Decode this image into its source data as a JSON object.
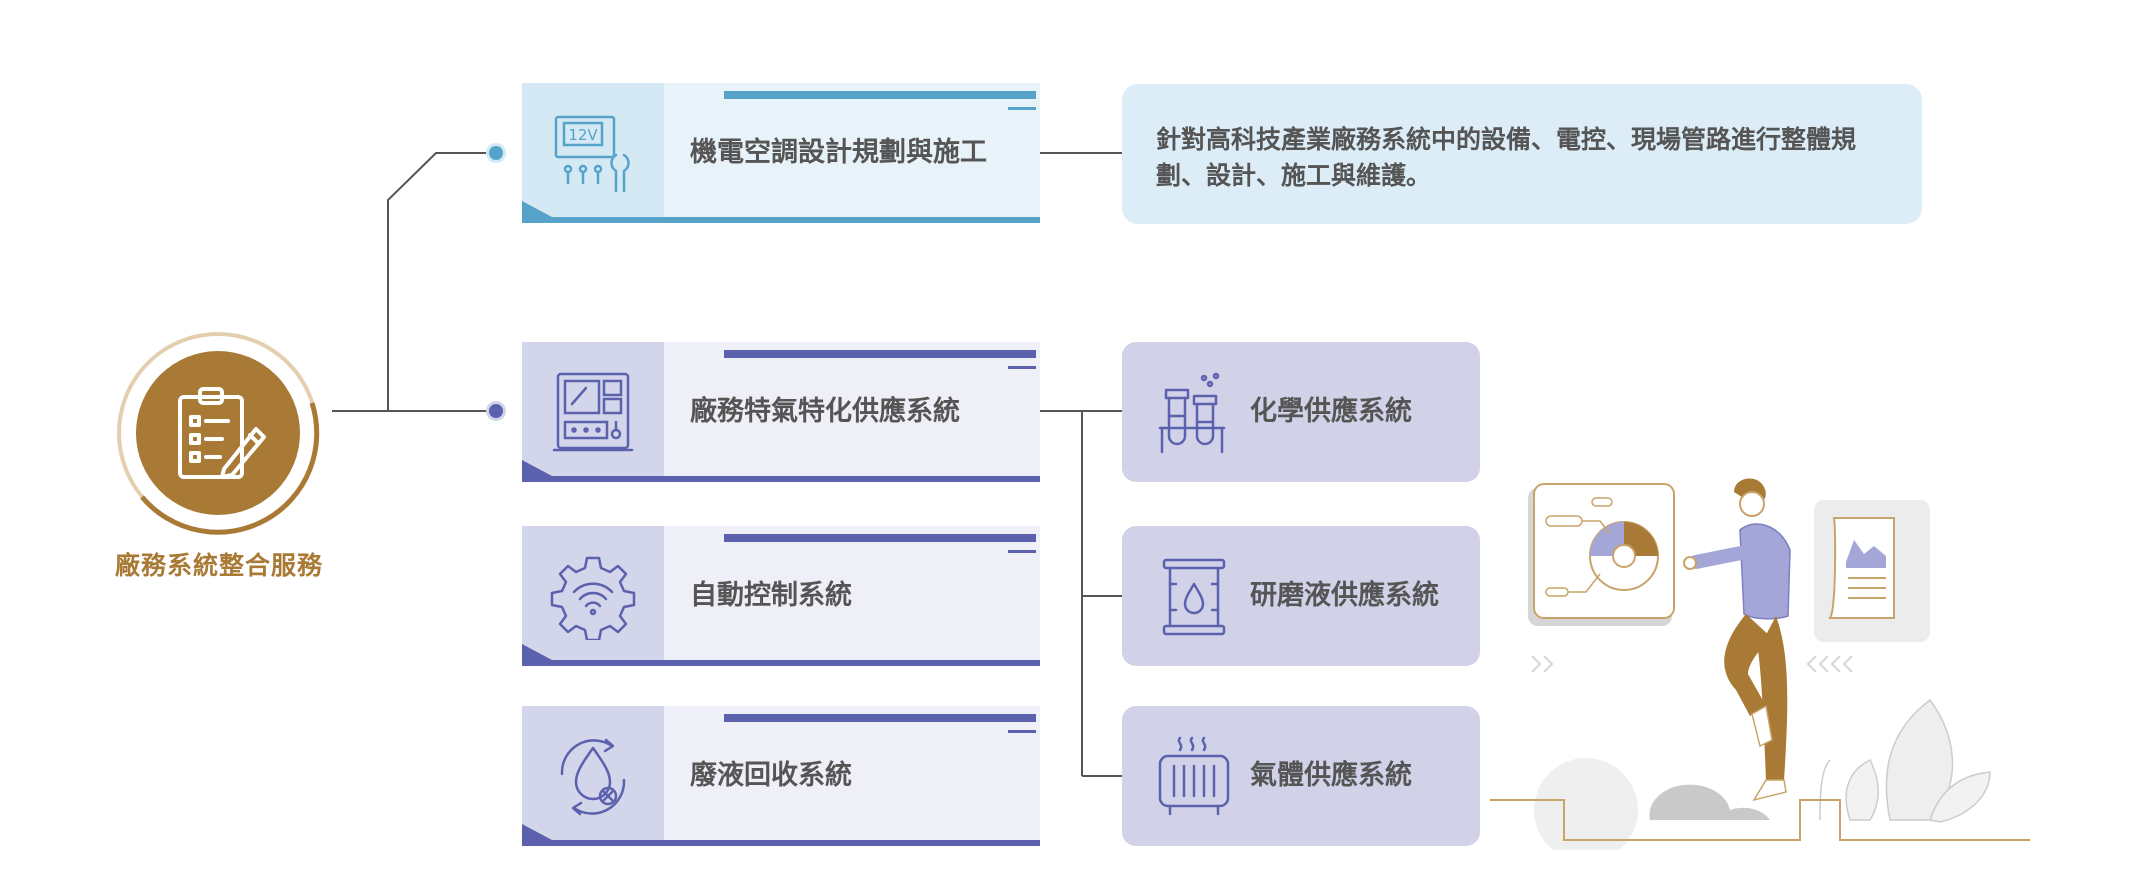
{
  "root": {
    "title": "廠務系統整合服務",
    "icon": "clipboard-pen-icon"
  },
  "services": [
    {
      "label": "機電空調設計規劃與施工",
      "icon": "control-panel-wrench-icon",
      "icon_text": "12V",
      "theme": "blue"
    },
    {
      "label": "廠務特氣特化供應系統",
      "icon": "gas-cabinet-icon",
      "theme": "purple"
    },
    {
      "label": "自動控制系統",
      "icon": "gear-wifi-icon",
      "theme": "purple"
    },
    {
      "label": "廢液回收系統",
      "icon": "droplet-recycle-icon",
      "theme": "purple"
    }
  ],
  "description": "針對高科技產業廠務系統中的設備、電控、現場管路進行整體規劃、設計、施工與維護。",
  "sub_systems": [
    {
      "label": "化學供應系統",
      "icon": "test-tubes-icon"
    },
    {
      "label": "研磨液供應系統",
      "icon": "liquid-barrel-icon"
    },
    {
      "label": "氣體供應系統",
      "icon": "heater-icon"
    }
  ],
  "colors": {
    "brown": "#a87a35",
    "blue": "#56a3c9",
    "purple": "#5b61ad",
    "lavender": "#d1d2e8",
    "line": "#555555"
  }
}
